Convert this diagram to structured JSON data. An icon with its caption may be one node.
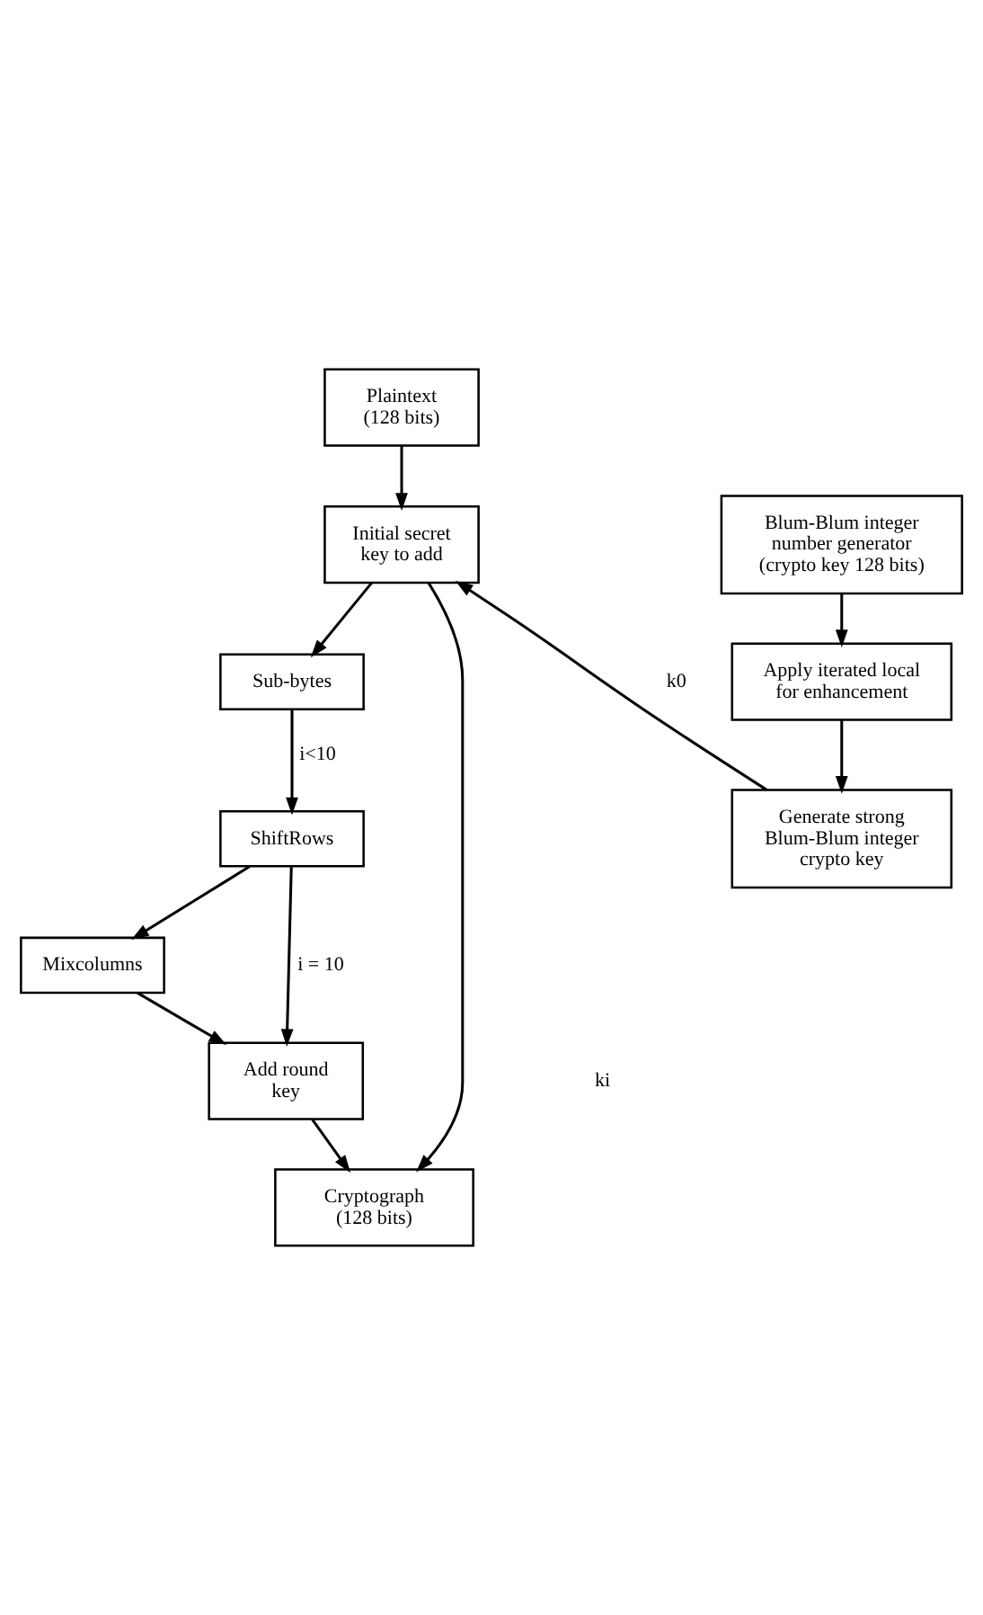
{
  "diagram": {
    "nodes": [
      {
        "text": [
          "Plaintext (128 bits)"
        ]
      },
      {
        "text": [
          "Initial secret key to add"
        ]
      },
      {
        "text": [
          "Blum-Blum integer number generator (crypto key 128 bits)"
        ]
      },
      {
        "text": [
          "Sub-bytes"
        ]
      },
      {
        "text": [
          "Apply iterated local for enhancement"
        ]
      },
      {
        "text": [
          "ShiftRows"
        ]
      },
      {
        "text": [
          "Mixcolumns"
        ]
      },
      {
        "text": [
          "Generate strong Blum-Blum integer crypto key"
        ]
      },
      {
        "text": [
          "Add round key"
        ]
      },
      {
        "text": [
          "Cryptograph (128 bits)"
        ]
      }
    ],
    "edges": [
      {
        "from": 0,
        "to": 1,
        "arrow": "to"
      },
      {
        "from": 1,
        "to": 3,
        "arrow": "to"
      },
      {
        "from": 3,
        "to": 5,
        "arrow": "to",
        "label": "i<10"
      },
      {
        "from": 5,
        "to": 6,
        "arrow": "to"
      },
      {
        "from": 5,
        "to": 8,
        "arrow": "to",
        "label": "i = 10"
      },
      {
        "from": 6,
        "to": 8,
        "arrow": "to"
      },
      {
        "from": 8,
        "to": 9,
        "arrow": "to"
      },
      {
        "from": 1,
        "to": 9,
        "arrow": "to"
      },
      {
        "from": 2,
        "to": 4,
        "arrow": "to"
      },
      {
        "from": 4,
        "to": 7,
        "arrow": "to"
      },
      {
        "from": 7,
        "to": 1,
        "arrow": "to",
        "label": "k0"
      }
    ],
    "labels": [
      "ki"
    ]
  }
}
